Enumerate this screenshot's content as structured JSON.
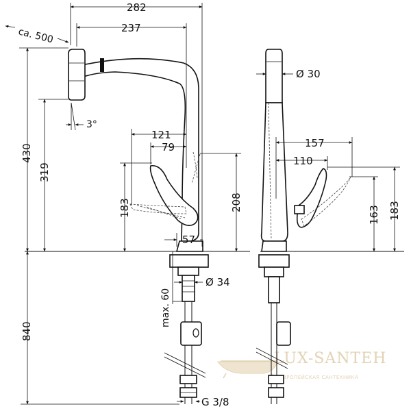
{
  "dimensions": {
    "overall_reach": "282",
    "spout_reach": "237",
    "hose_length": "ca. 500",
    "tilt": "3°",
    "height_total": "430",
    "height_outlet": "319",
    "lever_reach": "121",
    "lever_offset": "79",
    "lever_swing": "183",
    "body_height": "208",
    "base_width": "57",
    "shank_dia": "Ø 34",
    "max_thickness": "max. 60",
    "hose_depth": "840",
    "connection": "G 3/8",
    "spray_dia": "Ø 30",
    "side_reach": "157",
    "side_lever": "110",
    "side_height_163": "163",
    "side_height_183": "183"
  },
  "watermark": {
    "brand": "LUX-SANTEH",
    "tagline": "ЕВРОПЕЙСКАЯ САНТЕХНИКА"
  }
}
